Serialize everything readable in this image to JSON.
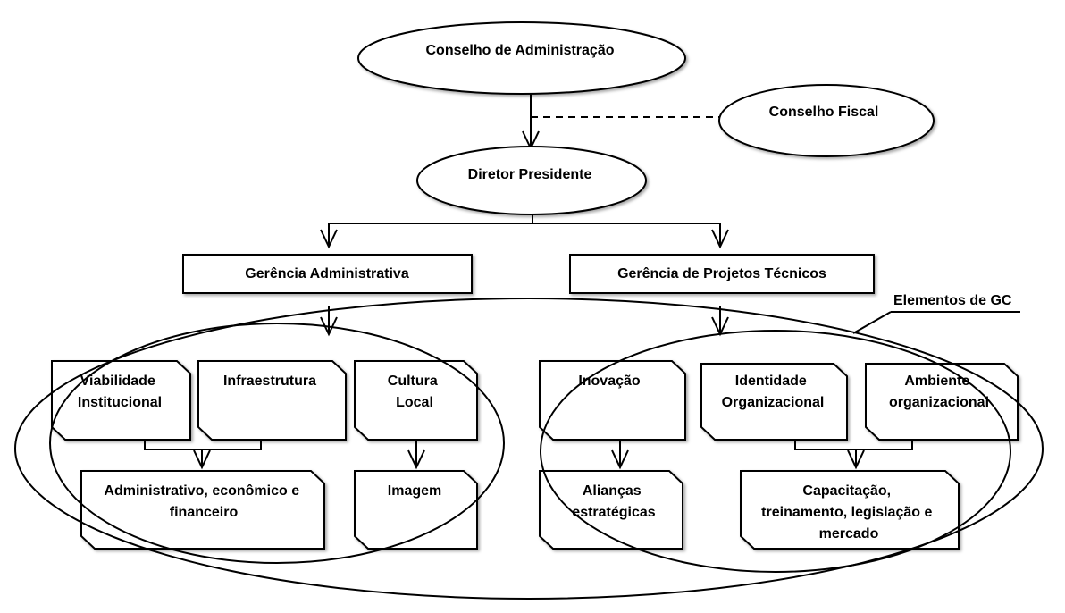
{
  "nodes": {
    "conselho_admin": "Conselho de Administração",
    "conselho_fiscal": "Conselho Fiscal",
    "diretor": "Diretor Presidente",
    "gerencia_adm": "Gerência Administrativa",
    "gerencia_proj": "Gerência de Projetos Técnicos",
    "elementos_gc": "Elementos de GC",
    "viabilidade": [
      "Viabilidade",
      "Institucional"
    ],
    "infraestrutura": "Infraestrutura",
    "cultura": [
      "Cultura",
      "Local"
    ],
    "administrativo": [
      "Administrativo, econômico e",
      "financeiro"
    ],
    "imagem": "Imagem",
    "inovacao": "Inovação",
    "identidade": [
      "Identidade",
      "Organizacional"
    ],
    "ambiente": [
      "Ambiente",
      "organizacional"
    ],
    "aliancas": [
      "Alianças",
      "estratégicas"
    ],
    "capacitacao": [
      "Capacitação,",
      "treinamento, legislação e",
      "mercado"
    ]
  }
}
